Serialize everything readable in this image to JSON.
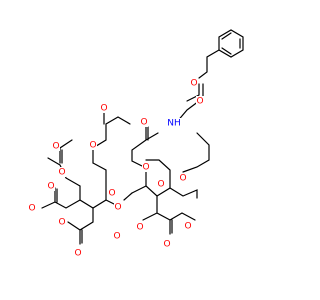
{
  "colors": {
    "bond": "#000000",
    "oxygen": "#ff0000",
    "nitrogen": "#0000ff",
    "background": "#ffffff"
  },
  "atoms": [
    {
      "name": "ring1-O",
      "label": "O",
      "color": "oxygen"
    },
    {
      "name": "glycosidic-O",
      "label": "O",
      "color": "oxygen"
    },
    {
      "name": "ring2-O",
      "label": "O",
      "color": "oxygen"
    },
    {
      "name": "anomeric-O",
      "label": "O",
      "color": "oxygen"
    },
    {
      "name": "carbamate-NH",
      "label": "NH",
      "color": "nitrogen"
    },
    {
      "name": "carbamate-ester-O",
      "label": "O",
      "color": "oxygen"
    },
    {
      "name": "carbamate-carbonyl-O",
      "label": "O",
      "color": "oxygen"
    },
    {
      "name": "acetyl-ester-O-1",
      "label": "O",
      "color": "oxygen"
    },
    {
      "name": "acetyl-carbonyl-O-1",
      "label": "O",
      "color": "oxygen"
    },
    {
      "name": "acetyl-ester-O-2",
      "label": "O",
      "color": "oxygen"
    },
    {
      "name": "acetyl-carbonyl-O-2",
      "label": "O",
      "color": "oxygen"
    },
    {
      "name": "acetyl-ester-O-3",
      "label": "O",
      "color": "oxygen"
    },
    {
      "name": "acetyl-carbonyl-O-3",
      "label": "O",
      "color": "oxygen"
    },
    {
      "name": "acetyl-ester-O-4",
      "label": "O",
      "color": "oxygen"
    },
    {
      "name": "acetyl-carbonyl-O-4",
      "label": "O",
      "color": "oxygen"
    },
    {
      "name": "acetyl-ester-O-5",
      "label": "O",
      "color": "oxygen"
    },
    {
      "name": "acetyl-carbonyl-O-5",
      "label": "O",
      "color": "oxygen"
    },
    {
      "name": "acetyl-ester-O-6",
      "label": "O",
      "color": "oxygen"
    },
    {
      "name": "acetyl-carbonyl-O-6",
      "label": "O",
      "color": "oxygen"
    },
    {
      "name": "acetyl-ester-O-7",
      "label": "O",
      "color": "oxygen"
    },
    {
      "name": "acetyl-carbonyl-O-7",
      "label": "O",
      "color": "oxygen"
    }
  ]
}
